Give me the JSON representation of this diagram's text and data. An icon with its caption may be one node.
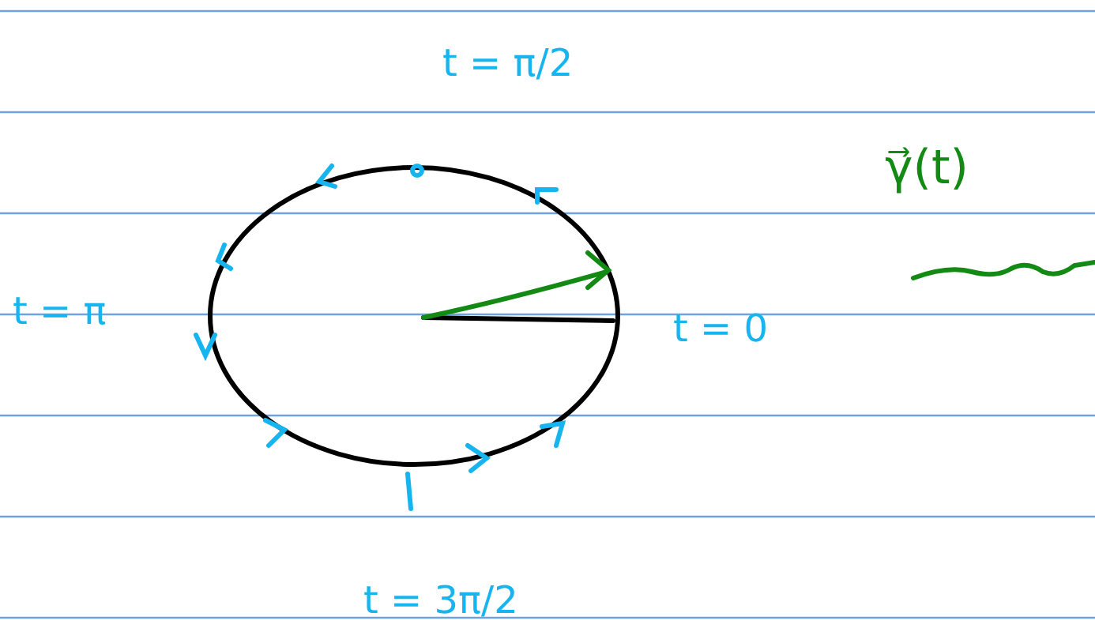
{
  "diagram": {
    "labels": [
      "t = π/2",
      "γ⃗(t)",
      "t = π",
      "t = 0",
      "t = 3π/2"
    ]
  }
}
